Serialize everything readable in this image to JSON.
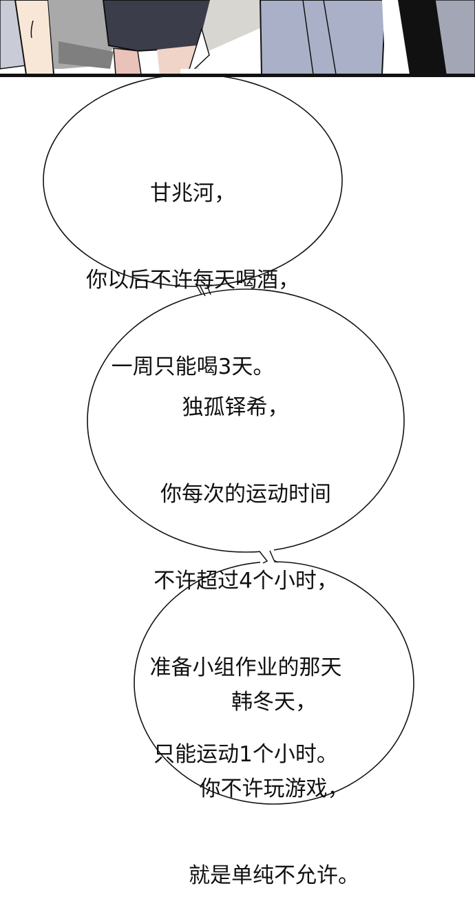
{
  "panel": {
    "description": "comic panel fragment showing characters' legs and clothing",
    "colors": {
      "skin": "#f7e6d6",
      "skirt": "#3b3d4a",
      "grey_wall": "#a8a8a8",
      "floor": "#d6d4cf",
      "jacket": "#a7aec6",
      "border": "#111111"
    }
  },
  "bubbles": [
    {
      "speaker_addressing": "甘兆河",
      "lines": [
        "甘兆河，",
        "你以后不许每天喝酒，",
        "一周只能喝3天。"
      ]
    },
    {
      "speaker_addressing": "独孤铎希",
      "lines": [
        "独孤铎希，",
        "你每次的运动时间",
        "不许超过4个小时，",
        "准备小组作业的那天",
        "只能运动1个小时。"
      ]
    },
    {
      "speaker_addressing": "韩冬天",
      "lines": [
        "韩冬天，",
        "你不许玩游戏，",
        "就是单纯不允许。"
      ]
    }
  ]
}
